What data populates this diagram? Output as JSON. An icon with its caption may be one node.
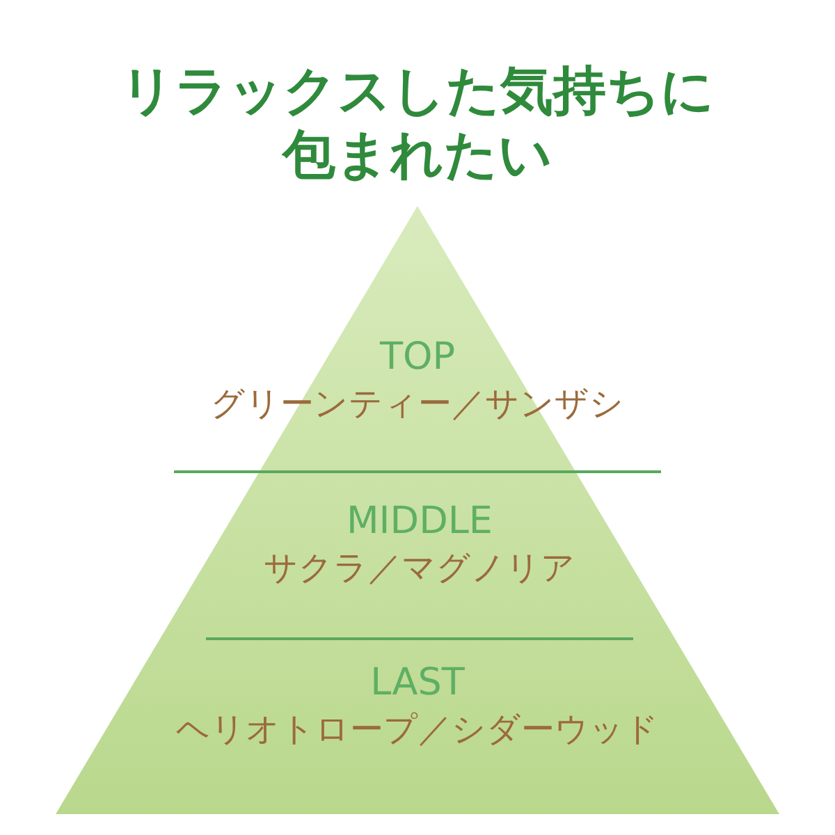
{
  "diagram": {
    "title": "リラックスした気持ちに包まれたい",
    "nodes": [
      {
        "text": [
          "TOP",
          "グリーンティー／サンザシ"
        ]
      },
      {
        "text": [
          "MIDDLE",
          "サクラ／マグノリア"
        ]
      },
      {
        "text": [
          "LAST",
          "ヘリオトロープ／シダーウッド"
        ]
      }
    ]
  }
}
